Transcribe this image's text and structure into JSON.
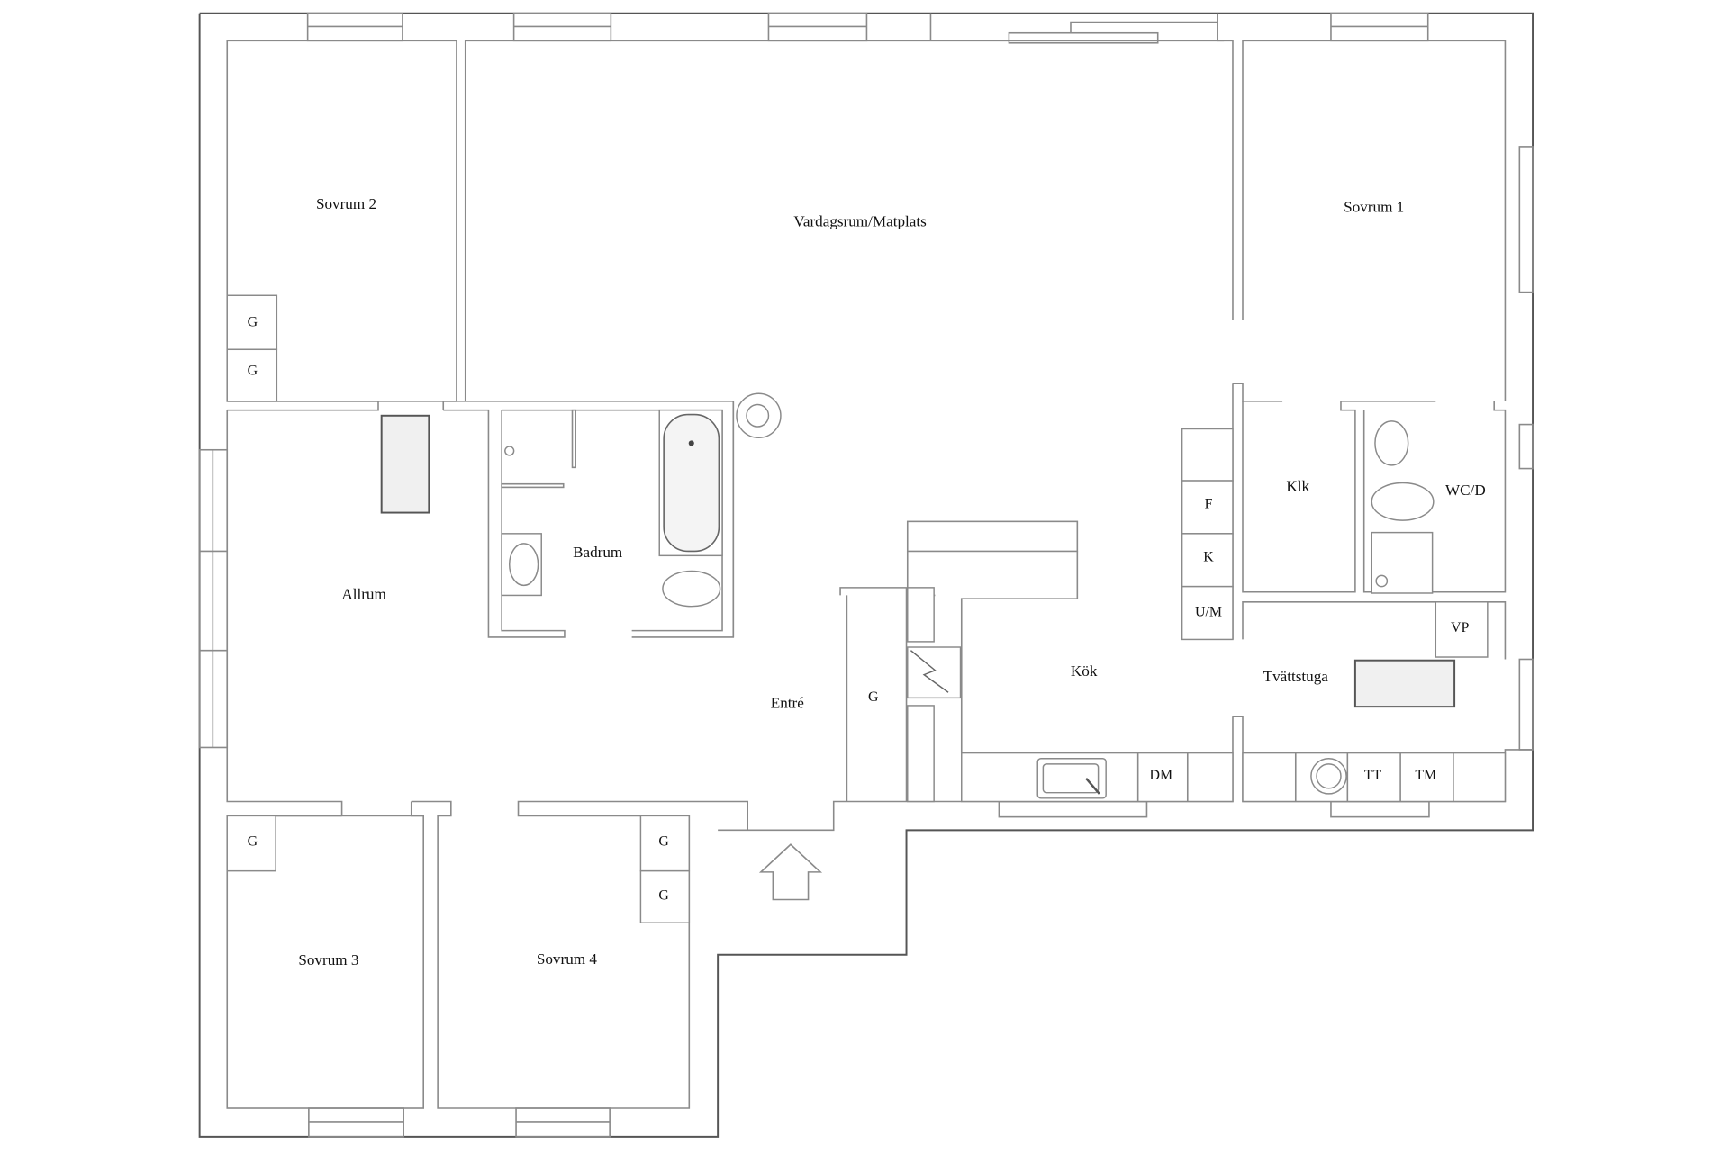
{
  "floorplan": {
    "rooms": {
      "sovrum2": "Sovrum 2",
      "vardagsrum": "Vardagsrum/Matplats",
      "sovrum1": "Sovrum 1",
      "allrum": "Allrum",
      "badrum": "Badrum",
      "klk": "Klk",
      "wcd": "WC/D",
      "kok": "Kök",
      "tvattstuga": "Tvättstuga",
      "entre": "Entré",
      "sovrum3": "Sovrum 3",
      "sovrum4": "Sovrum 4"
    },
    "fixtures": {
      "garderob": "G",
      "frys": "F",
      "kyl": "K",
      "ugn_mikro": "U/M",
      "diskmaskin": "DM",
      "varmepump": "VP",
      "torktumlare": "TT",
      "tvattmaskin": "TM"
    },
    "entrance_arrow": "entrance-arrow"
  }
}
